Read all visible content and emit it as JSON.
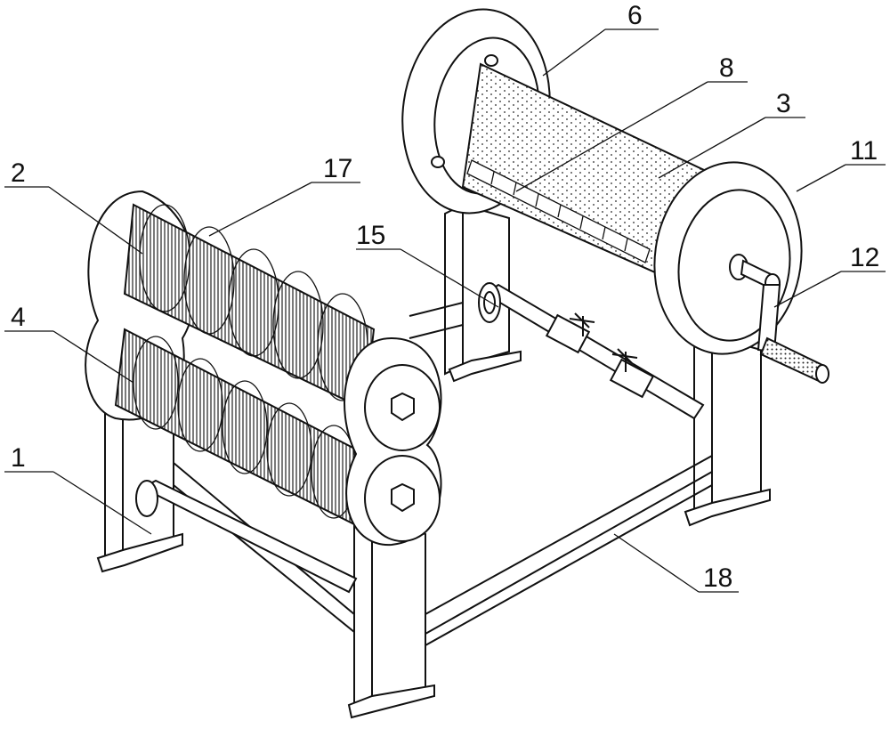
{
  "figure": {
    "type": "patent line drawing",
    "callouts": [
      {
        "id": "label-6",
        "text": "6"
      },
      {
        "id": "label-8",
        "text": "8"
      },
      {
        "id": "label-3",
        "text": "3"
      },
      {
        "id": "label-11",
        "text": "11"
      },
      {
        "id": "label-2",
        "text": "2"
      },
      {
        "id": "label-17",
        "text": "17"
      },
      {
        "id": "label-15",
        "text": "15"
      },
      {
        "id": "label-12",
        "text": "12"
      },
      {
        "id": "label-4",
        "text": "4"
      },
      {
        "id": "label-1",
        "text": "1"
      },
      {
        "id": "label-18",
        "text": "18"
      }
    ]
  }
}
